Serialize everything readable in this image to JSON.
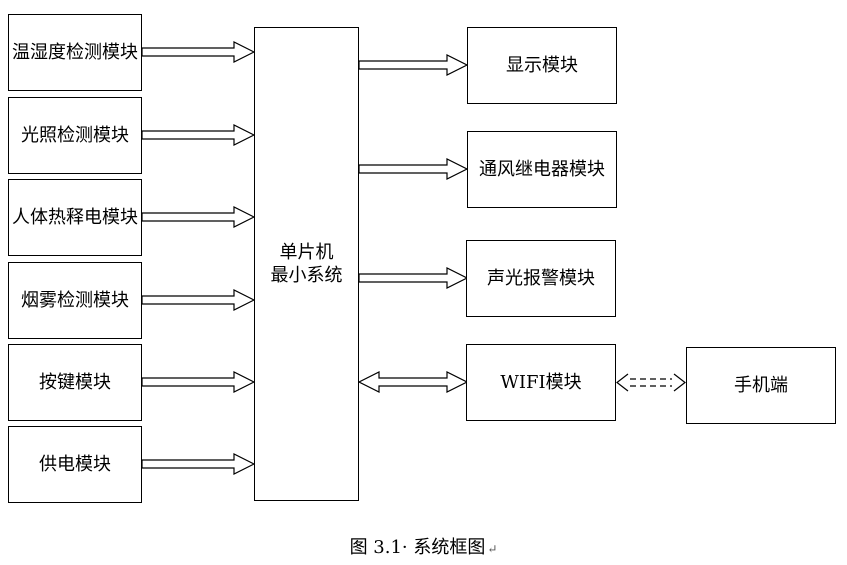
{
  "inputs": [
    {
      "label": "温湿度检测模块"
    },
    {
      "label": "光照检测模块"
    },
    {
      "label": "人体热释电模块"
    },
    {
      "label": "烟雾检测模块"
    },
    {
      "label": "按键模块"
    },
    {
      "label": "供电模块"
    }
  ],
  "mcu": {
    "line1": "单片机",
    "line2": "最小系统"
  },
  "outputs": [
    {
      "label": "显示模块"
    },
    {
      "label": "通风继电器模块"
    },
    {
      "label": "声光报警模块"
    },
    {
      "label": "WIFI模块"
    }
  ],
  "phone": {
    "label": "手机端"
  },
  "caption": {
    "text": "图 3.1· 系统框图",
    "mark": "↵"
  }
}
